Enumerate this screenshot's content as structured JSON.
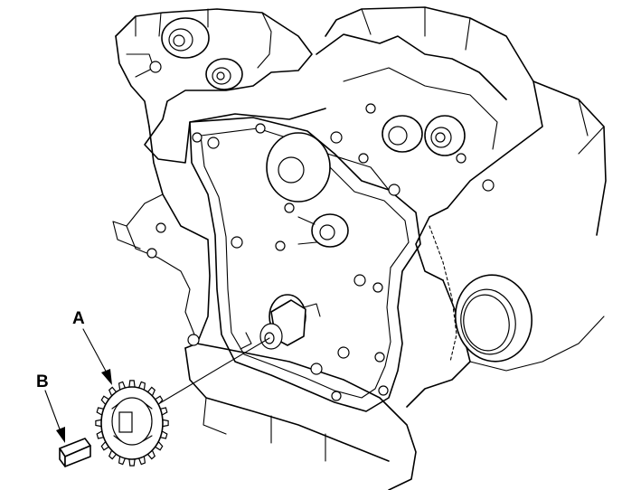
{
  "callouts": [
    {
      "id": "A",
      "label": "A",
      "target": "crankshaft-sprocket"
    },
    {
      "id": "B",
      "label": "B",
      "target": "woodruff-key"
    }
  ]
}
